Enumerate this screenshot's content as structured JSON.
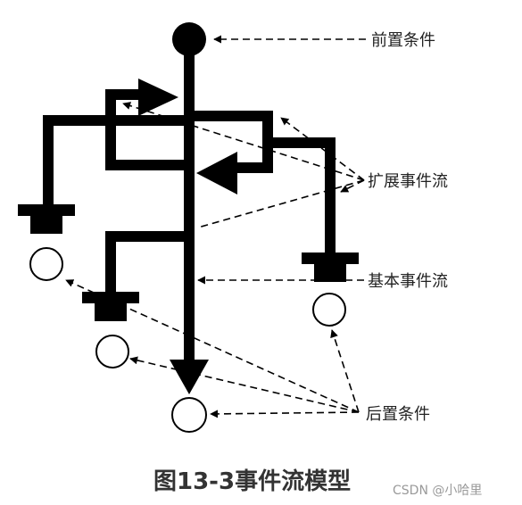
{
  "labels": {
    "precondition": "前置条件",
    "alt_flow": "扩展事件流",
    "basic_flow": "基本事件流",
    "postcondition": "后置条件"
  },
  "caption": "图13-3事件流模型",
  "watermark": "CSDN @小哈里",
  "colors": {
    "line": "#000000",
    "caption": "#333333",
    "watermark": "#9a9a9a"
  }
}
